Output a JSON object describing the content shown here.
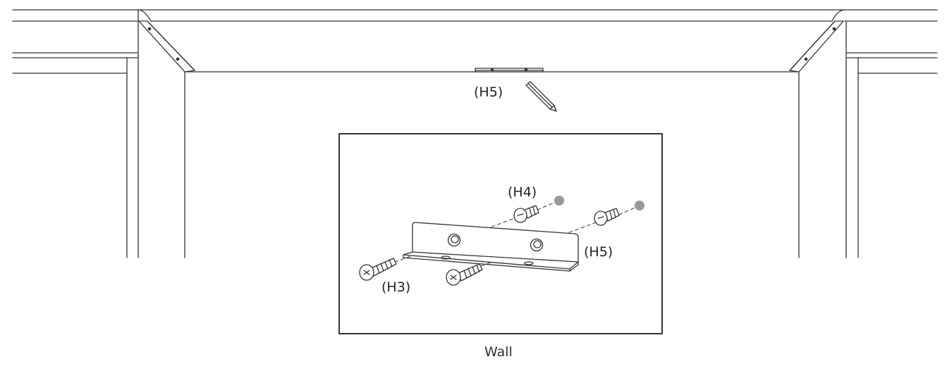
{
  "labels": {
    "top_bracket": "(H5)",
    "anchor": "(H4)",
    "bracket": "(H5)",
    "screw": "(H3)",
    "wall": "Wall"
  },
  "colors": {
    "line": "#333333",
    "drill_mark": "#999999",
    "background": "#ffffff"
  },
  "icons": [
    "pencil-icon",
    "drill-hole-mark-icon",
    "wall-anchor-icon",
    "screw-icon",
    "l-bracket-icon"
  ]
}
